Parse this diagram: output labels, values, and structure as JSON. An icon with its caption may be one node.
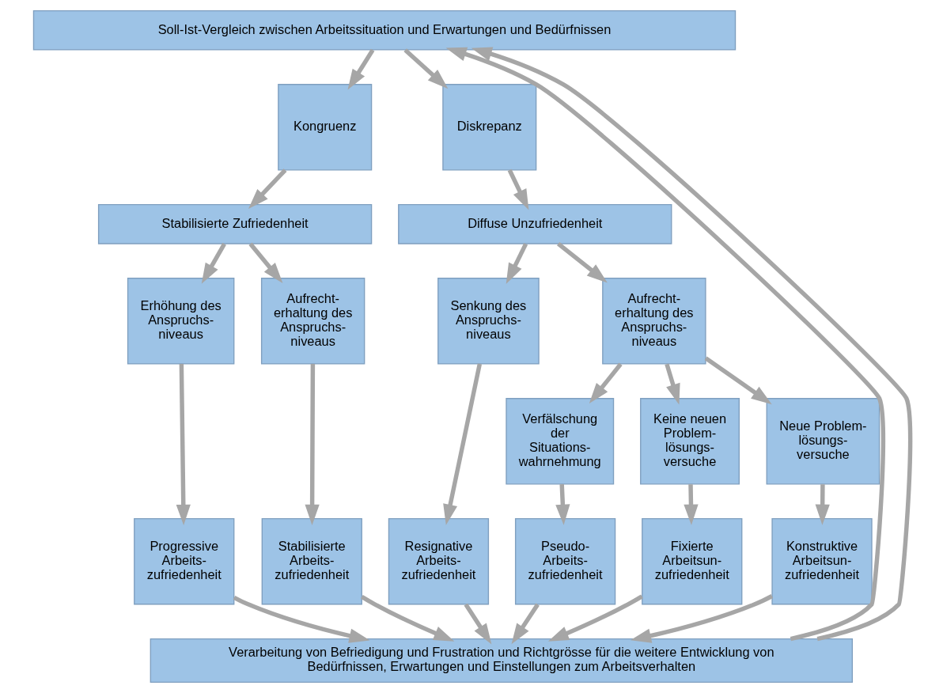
{
  "diagram": {
    "nodes": [
      {
        "text": [
          "Soll-Ist-Vergleich zwischen Arbeitssituation und Erwartungen und Bedürfnissen"
        ]
      },
      {
        "text": [
          "Kongruenz"
        ]
      },
      {
        "text": [
          "Diskrepanz"
        ]
      },
      {
        "text": [
          "Stabilisierte Zufriedenheit"
        ]
      },
      {
        "text": [
          "Diffuse Unzufriedenheit"
        ]
      },
      {
        "text": [
          "Erhöhung des Anspruchs- niveaus"
        ]
      },
      {
        "text": [
          "Aufrecht- erhaltung des Anspruchs- niveaus"
        ]
      },
      {
        "text": [
          "Senkung des Anspruchs- niveaus"
        ]
      },
      {
        "text": [
          "Aufrecht- erhaltung des Anspruchs- niveaus"
        ]
      },
      {
        "text": [
          "Verfälschung der Situations- wahrnehmung"
        ]
      },
      {
        "text": [
          "Keine neuen Problem- lösungs- versuche"
        ]
      },
      {
        "text": [
          "Neue Problem- lösungs- versuche"
        ]
      },
      {
        "text": [
          "Progressive Arbeits- zufriedenheit"
        ]
      },
      {
        "text": [
          "Stabilisierte Arbeits- zufriedenheit"
        ]
      },
      {
        "text": [
          "Resignative Arbeits- zufriedenheit"
        ]
      },
      {
        "text": [
          "Pseudo- Arbeits- zufriedenheit"
        ]
      },
      {
        "text": [
          "Fixierte Arbeitsun- zufriedenheit"
        ]
      },
      {
        "text": [
          "Konstruktive Arbeitsun- zufriedenheit"
        ]
      },
      {
        "text": [
          "Verarbeitung von Befriedigung und Frustration und Richtgrösse für die weitere Entwicklung von Bedürfnissen, Erwartungen und Einstellungen zum Arbeitsverhalten"
        ]
      }
    ],
    "edges": [
      {
        "from": 0,
        "to": 1,
        "arrow": "to"
      },
      {
        "from": 0,
        "to": 2,
        "arrow": "to"
      },
      {
        "from": 1,
        "to": 3,
        "arrow": "to"
      },
      {
        "from": 2,
        "to": 4,
        "arrow": "to"
      },
      {
        "from": 3,
        "to": 5,
        "arrow": "to"
      },
      {
        "from": 3,
        "to": 6,
        "arrow": "to"
      },
      {
        "from": 4,
        "to": 7,
        "arrow": "to"
      },
      {
        "from": 4,
        "to": 8,
        "arrow": "to"
      },
      {
        "from": 8,
        "to": 9,
        "arrow": "to"
      },
      {
        "from": 8,
        "to": 10,
        "arrow": "to"
      },
      {
        "from": 8,
        "to": 11,
        "arrow": "to"
      },
      {
        "from": 5,
        "to": 12,
        "arrow": "to"
      },
      {
        "from": 6,
        "to": 13,
        "arrow": "to"
      },
      {
        "from": 7,
        "to": 14,
        "arrow": "to"
      },
      {
        "from": 9,
        "to": 15,
        "arrow": "to"
      },
      {
        "from": 10,
        "to": 16,
        "arrow": "to"
      },
      {
        "from": 11,
        "to": 17,
        "arrow": "to"
      },
      {
        "from": 12,
        "to": 18,
        "arrow": "to"
      },
      {
        "from": 13,
        "to": 18,
        "arrow": "to"
      },
      {
        "from": 14,
        "to": 18,
        "arrow": "to"
      },
      {
        "from": 15,
        "to": 18,
        "arrow": "to"
      },
      {
        "from": 16,
        "to": 18,
        "arrow": "to"
      },
      {
        "from": 17,
        "to": 18,
        "arrow": "to"
      },
      {
        "from": 18,
        "to": 0,
        "arrow": "to"
      },
      {
        "from": 18,
        "to": 0,
        "arrow": "to"
      }
    ]
  }
}
